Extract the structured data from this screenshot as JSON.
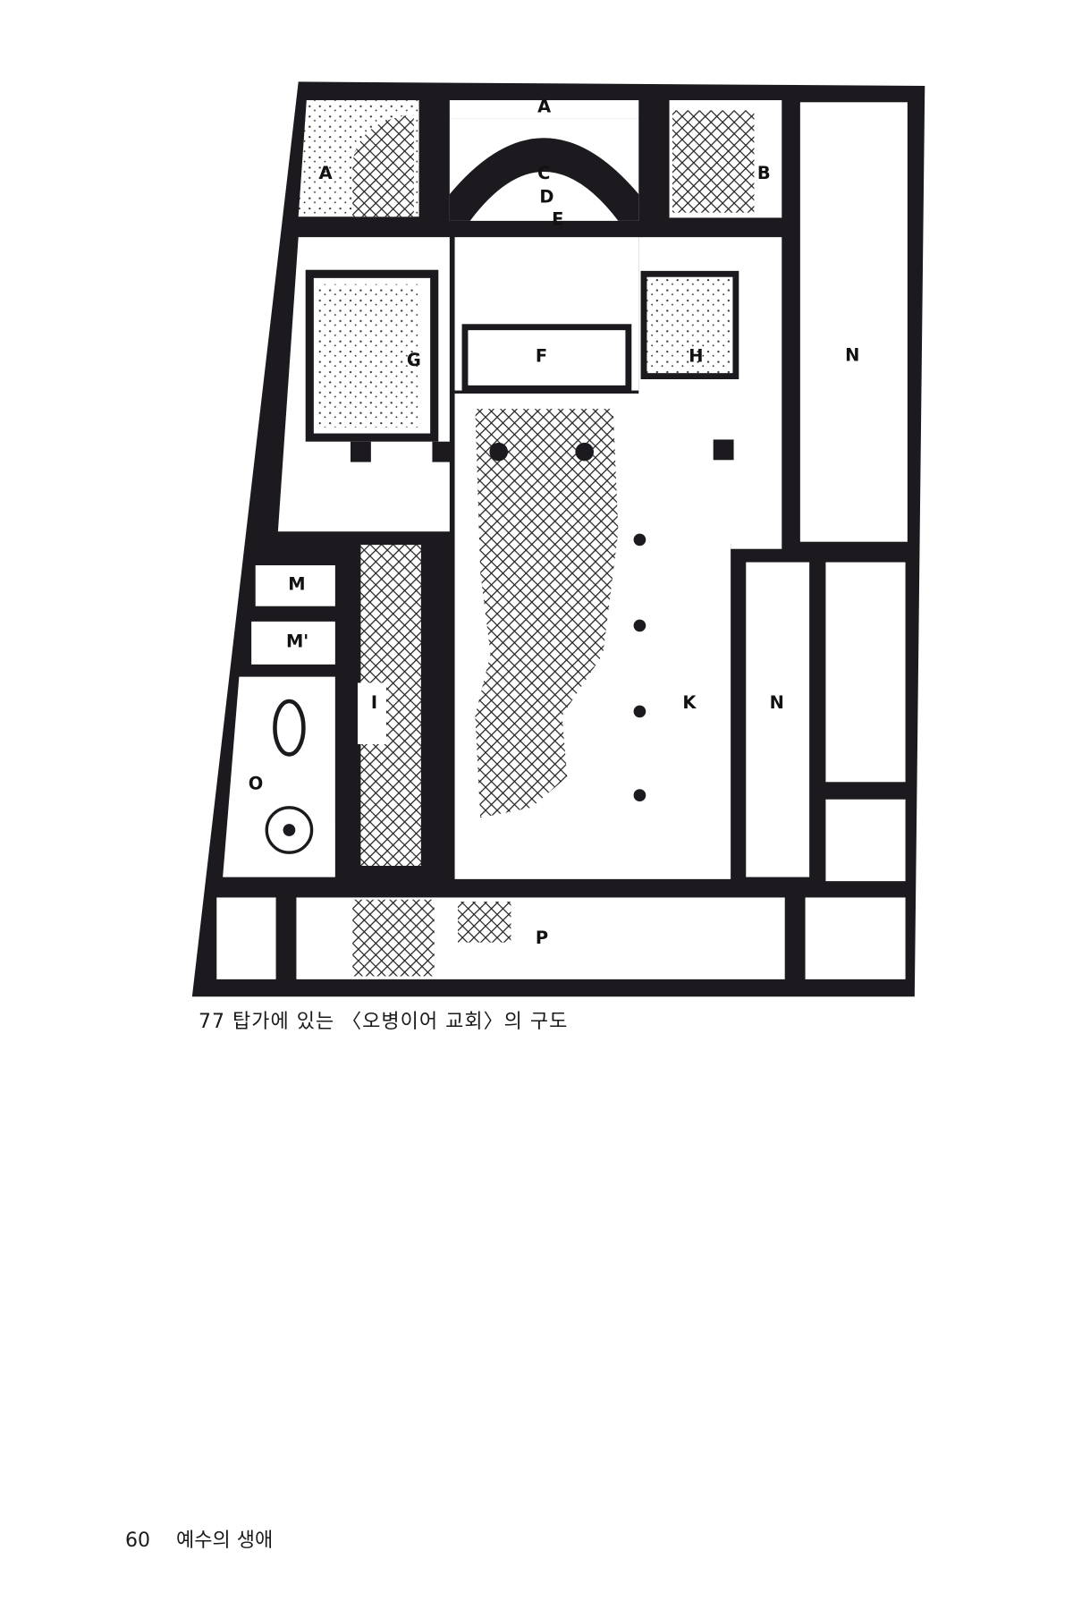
{
  "figure": {
    "labels": {
      "A_top": "A",
      "A_left": "A",
      "B": "B",
      "C": "C",
      "D": "D",
      "E": "E",
      "F": "F",
      "G": "G",
      "H": "H",
      "I": "I",
      "K": "K",
      "M": "M",
      "M2": "M'",
      "N_top": "N",
      "N_right": "N",
      "O": "O",
      "P": "P"
    },
    "colors": {
      "wall": "#1c1a1f",
      "paper": "#ffffff",
      "hatch": "#222222"
    }
  },
  "caption": "77 탑가에 있는 〈오병이어 교회〉의 구도",
  "footer": {
    "page_number": "60",
    "running_title": "예수의 생애"
  }
}
